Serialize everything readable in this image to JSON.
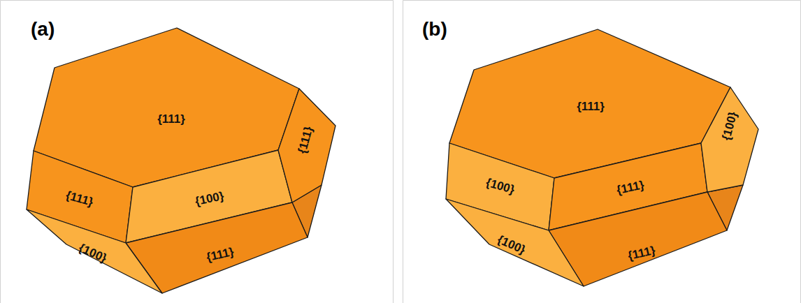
{
  "diagram": {
    "nodes": [
      {
        "text": [
          "{111}"
        ]
      },
      {
        "text": [
          "{111}"
        ]
      },
      {
        "text": [
          "{100}"
        ]
      },
      {
        "text": [
          "{111}"
        ]
      },
      {
        "text": [
          "{111}"
        ]
      },
      {
        "text": [
          "{100}"
        ]
      },
      {
        "text": [
          "{111}"
        ]
      },
      {
        "text": [
          "{100}"
        ]
      },
      {
        "text": [
          "{111}"
        ]
      },
      {
        "text": [
          "{100}"
        ]
      },
      {
        "text": [
          "{111}"
        ]
      },
      {
        "text": [
          "{100}"
        ]
      }
    ],
    "labels": [
      "(a)",
      "(b)"
    ]
  }
}
